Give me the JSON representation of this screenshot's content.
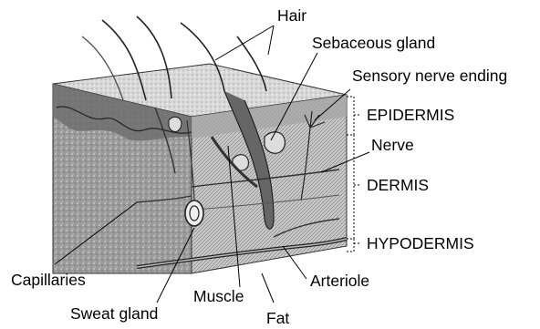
{
  "labels": {
    "hair": "Hair",
    "sebaceous_gland": "Sebaceous gland",
    "sensory_nerve_ending": "Sensory nerve ending",
    "epidermis": "EPIDERMIS",
    "nerve": "Nerve",
    "dermis": "DERMIS",
    "hypodermis": "HYPODERMIS",
    "capillaries": "Capillaries",
    "arteriole": "Arteriole",
    "muscle": "Muscle",
    "sweat_gland": "Sweat gland",
    "fat": "Fat"
  },
  "colors": {
    "line": "#000000",
    "front_face": "#8a8a8a",
    "top_face": "#b8b8b8",
    "epidermis_band": "#7a7a7a"
  }
}
